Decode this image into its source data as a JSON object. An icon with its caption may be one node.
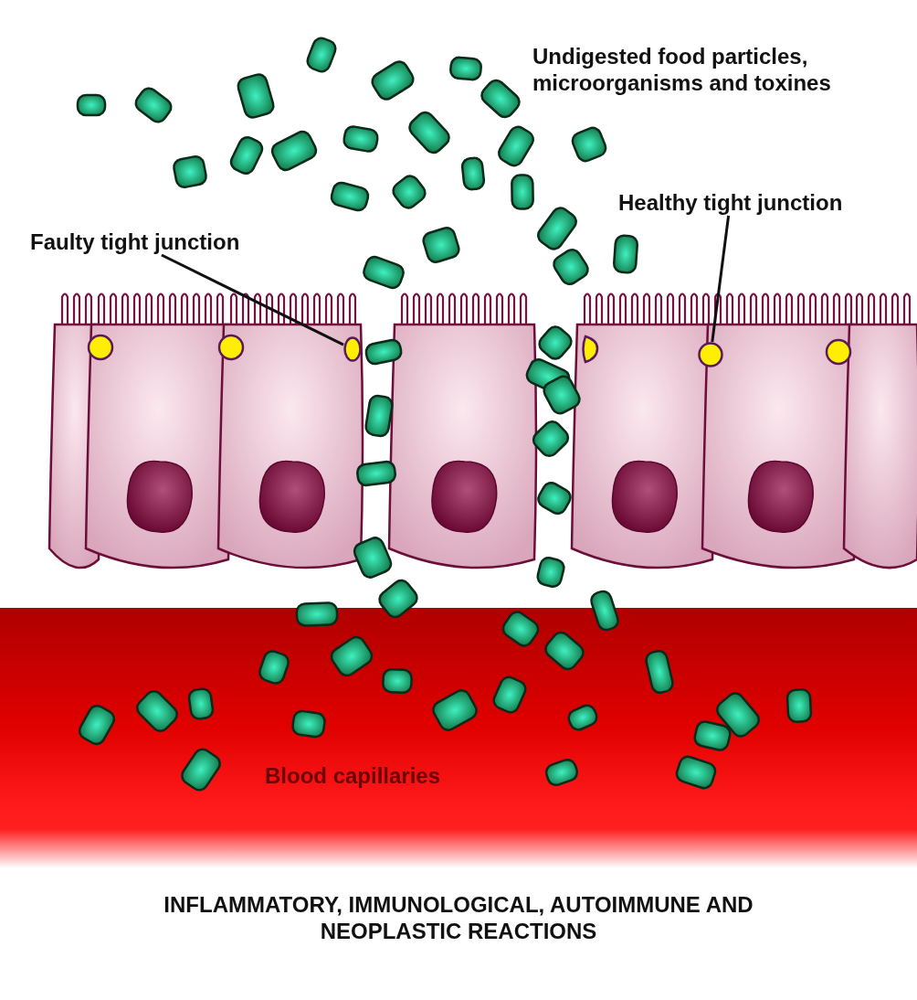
{
  "diagram": {
    "nodes": [
      {
        "text": [
          "Faulty tight junction"
        ]
      },
      {
        "text": [],
        "shape": "circle"
      },
      {
        "text": [
          "Healthy tight junction"
        ]
      },
      {
        "text": [],
        "shape": "circle"
      }
    ],
    "edges": [
      {
        "from": 0,
        "to": 1,
        "arrow": "none"
      },
      {
        "from": 2,
        "to": 3,
        "arrow": "none"
      }
    ],
    "labels": [
      "Undigested food particles, microorganisms and toxines",
      "Blood capillaries",
      "INFLAMMATORY, IMMUNOLOGICAL, AUTOIMMUNE AND NEOPLASTIC REACTIONS"
    ]
  }
}
